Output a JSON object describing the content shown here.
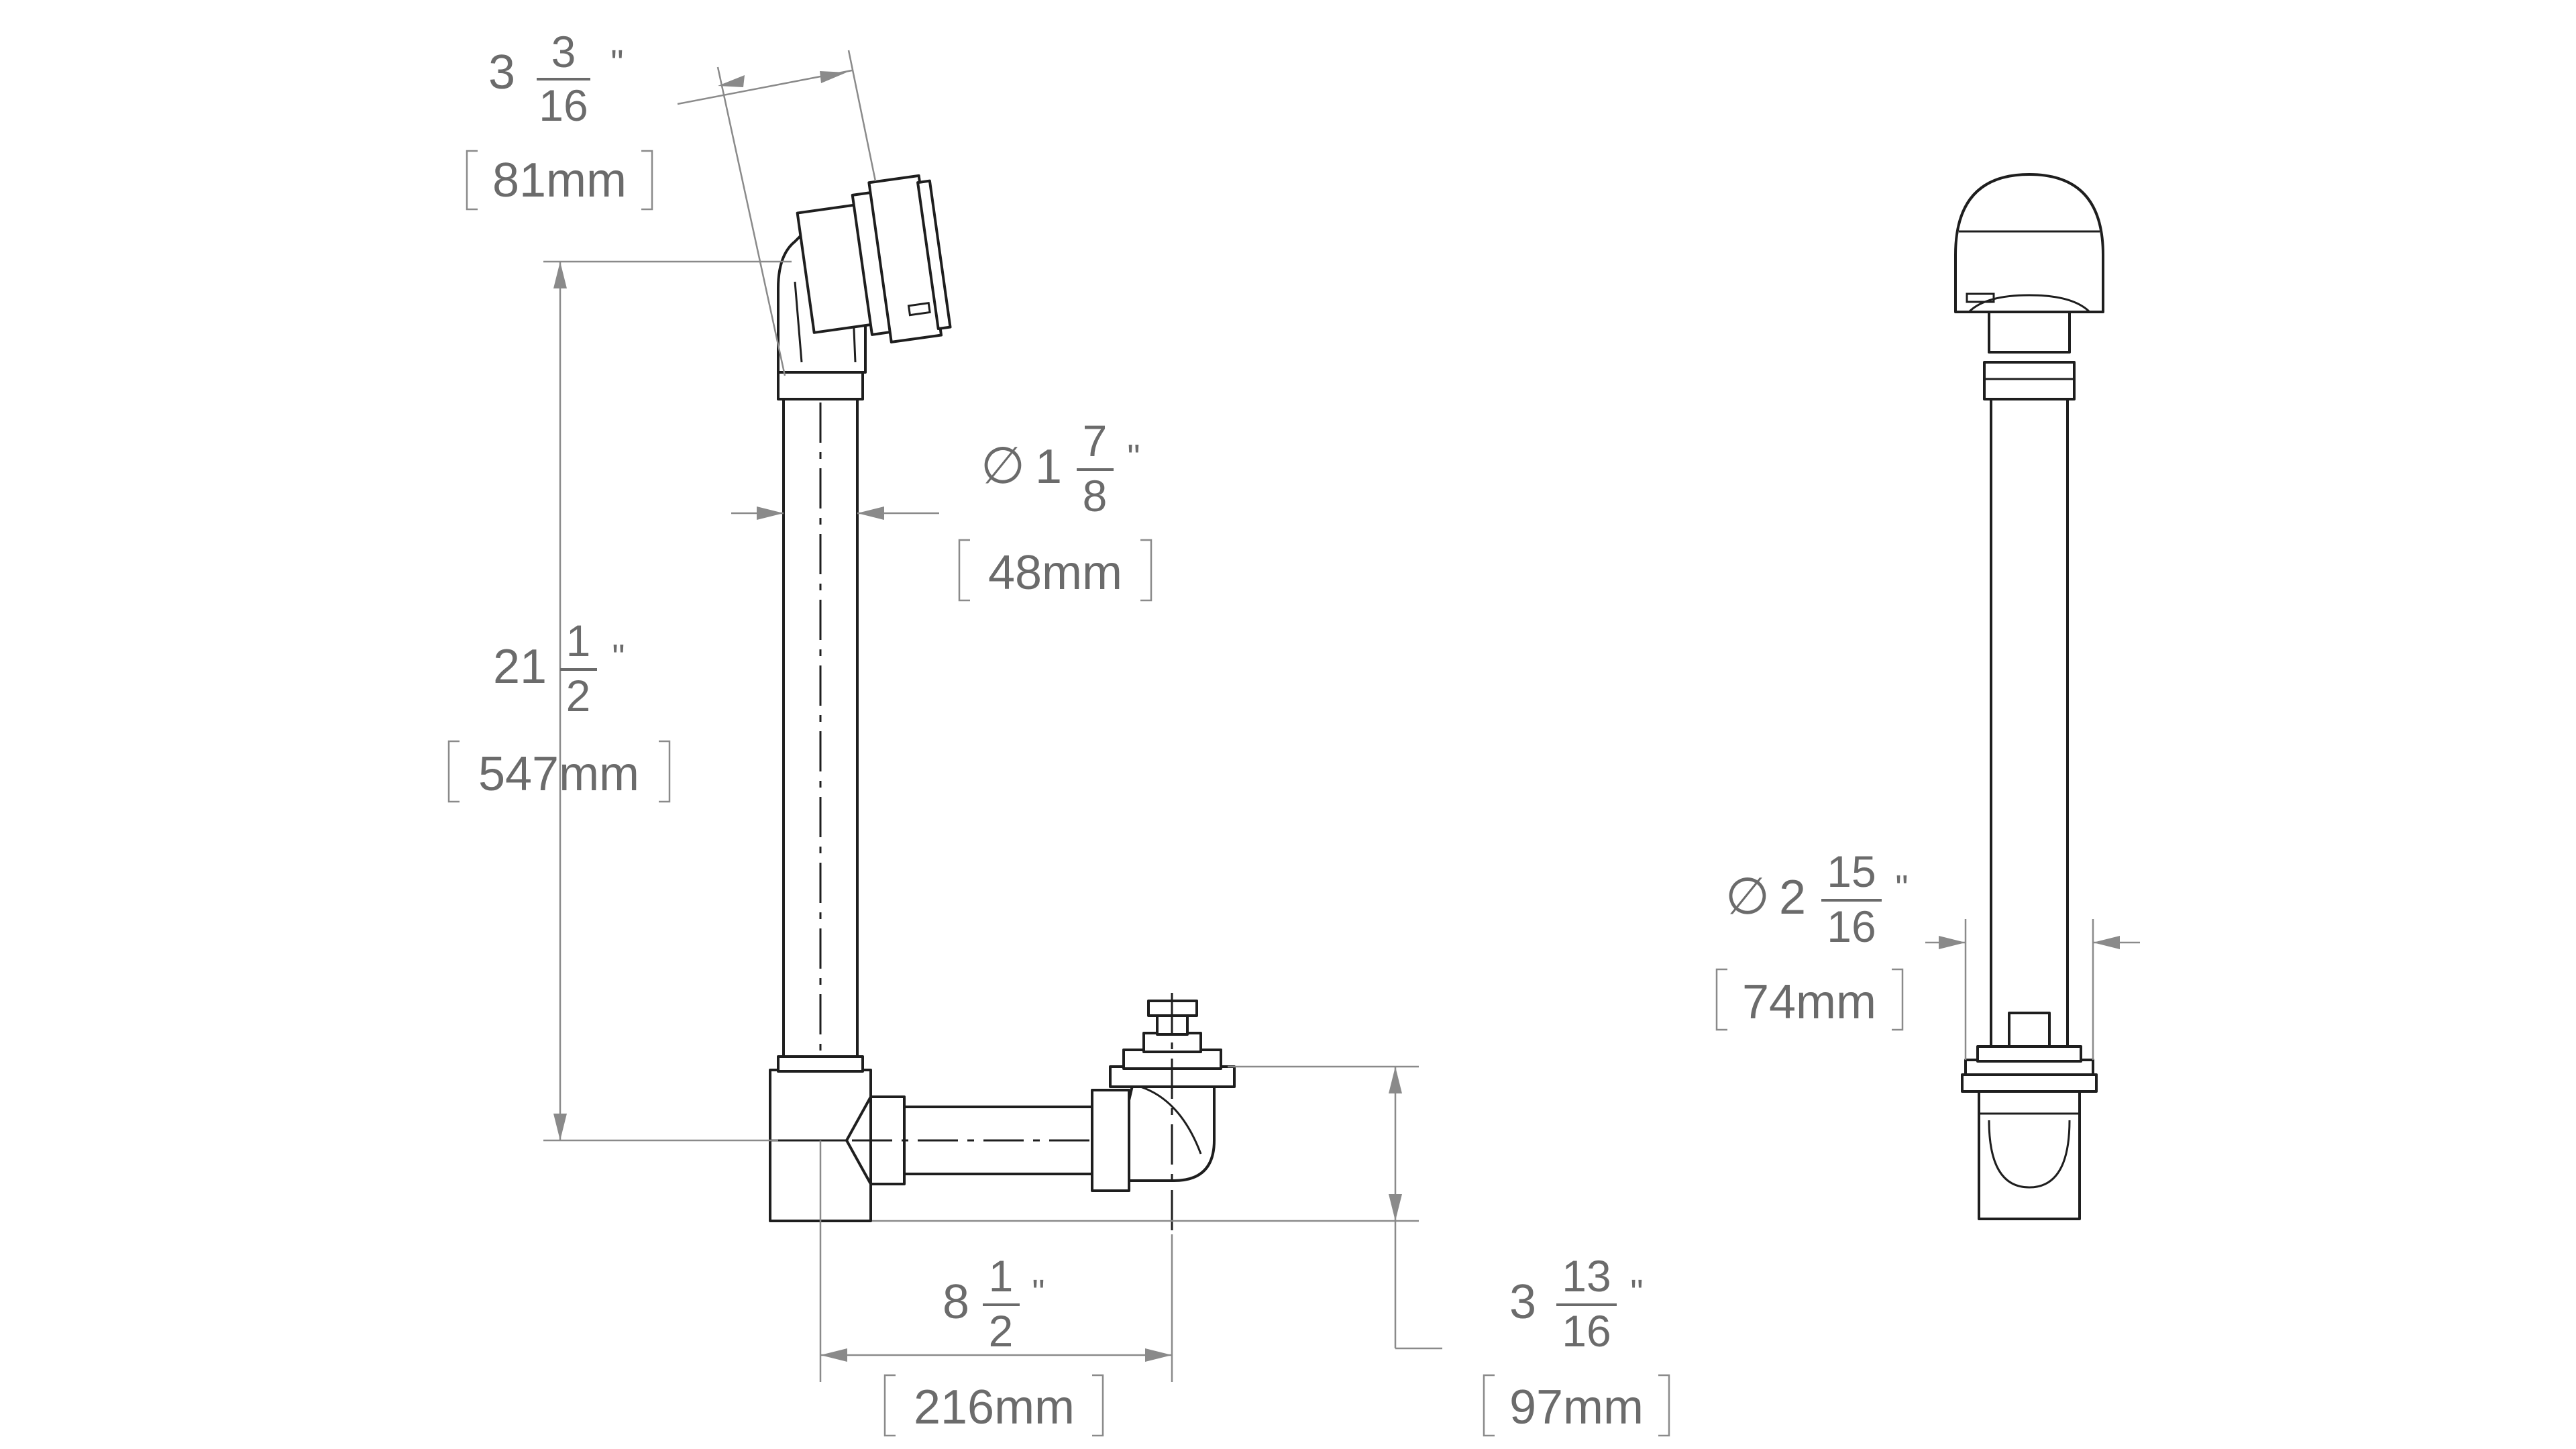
{
  "colors": {
    "line": "#1e1e1e",
    "dimension": "#8a8a8a",
    "text": "#6b6b6b",
    "background": "#ffffff"
  },
  "dimensions": {
    "overflow_offset": {
      "whole": "3",
      "num": "3",
      "den": "16",
      "unit": "\"",
      "metric": "81mm"
    },
    "pipe_diameter": {
      "symbol": "∅",
      "whole": "1",
      "num": "7",
      "den": "8",
      "unit": "\"",
      "metric": "48mm"
    },
    "overall_height": {
      "whole": "21",
      "num": "1",
      "den": "2",
      "unit": "\"",
      "metric": "547mm"
    },
    "horizontal_length": {
      "whole": "8",
      "num": "1",
      "den": "2",
      "unit": "\"",
      "metric": "216mm"
    },
    "drain_height": {
      "whole": "3",
      "num": "13",
      "den": "16",
      "unit": "\"",
      "metric": "97mm"
    },
    "overflow_diameter": {
      "symbol": "∅",
      "whole": "2",
      "num": "15",
      "den": "16",
      "unit": "\"",
      "metric": "74mm"
    }
  }
}
